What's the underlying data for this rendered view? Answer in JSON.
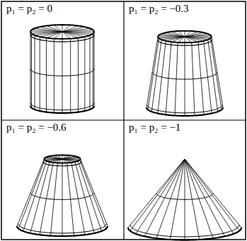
{
  "diagram": {
    "labels": [
      "p₁ = p₂ = 0",
      "p₁ = p₂ = −0.3",
      "p₁ = p₂ = −0.6",
      "p₁ = p₂ = −1"
    ]
  }
}
